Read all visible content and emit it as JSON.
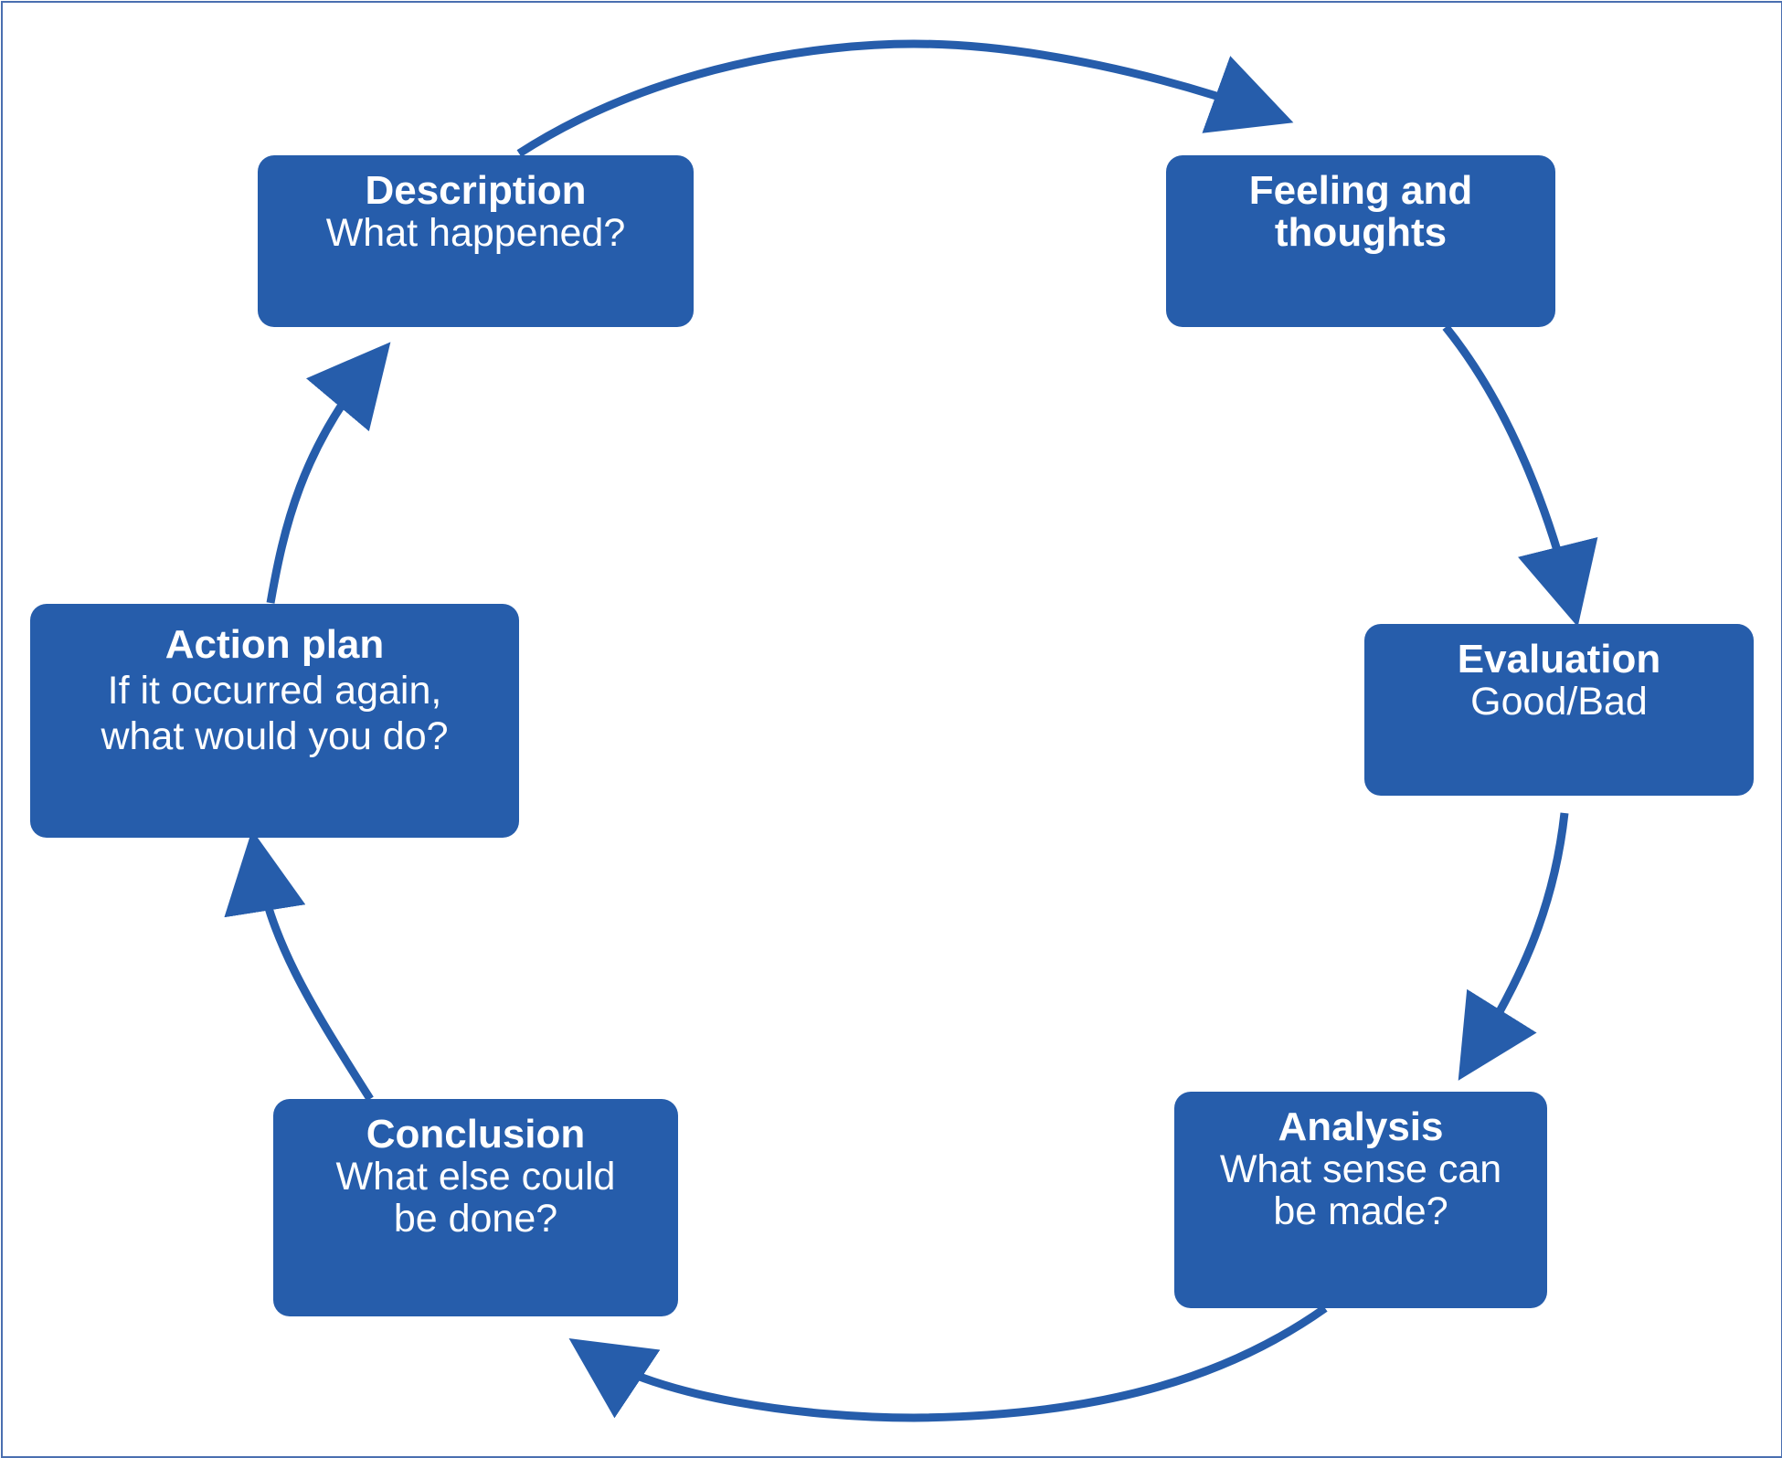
{
  "diagram": {
    "accent_color": "#265dab",
    "arrow_color": "#265dab",
    "stages": [
      {
        "id": "description",
        "title": "Description",
        "lines": [
          "What happened?"
        ]
      },
      {
        "id": "feelings",
        "title": "Feeling and",
        "title2": "thoughts",
        "lines": []
      },
      {
        "id": "evaluation",
        "title": "Evaluation",
        "lines": [
          "Good/Bad"
        ]
      },
      {
        "id": "analysis",
        "title": "Analysis",
        "lines": [
          "What sense can",
          "be made?"
        ]
      },
      {
        "id": "conclusion",
        "title": "Conclusion",
        "lines": [
          "What else could",
          "be done?"
        ]
      },
      {
        "id": "action",
        "title": "Action plan",
        "lines": [
          "If it occurred again,",
          "what would you do?"
        ]
      }
    ]
  }
}
